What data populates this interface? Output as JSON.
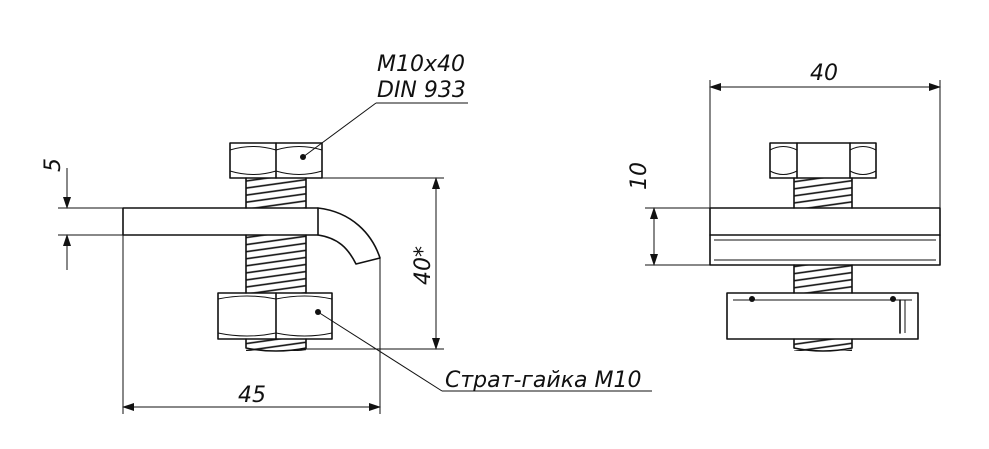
{
  "labels": {
    "bolt_spec_line1": "M10x40",
    "bolt_spec_line2": "DIN 933",
    "nut_spec": "Страт-гайка М10"
  },
  "dimensions": {
    "plate_thickness": "5",
    "bolt_length": "40*",
    "overall_width": "45",
    "right_width": "40",
    "right_height": "10"
  },
  "colors": {
    "line": "#111111",
    "background": "#ffffff"
  }
}
